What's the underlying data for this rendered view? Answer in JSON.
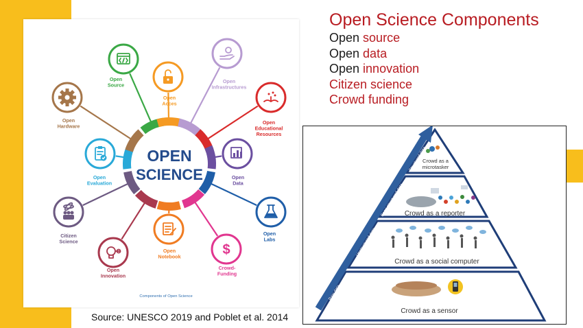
{
  "header": {
    "title": "Open Science Components",
    "components": [
      {
        "prefix": "Open ",
        "highlight": "source"
      },
      {
        "prefix": "Open ",
        "highlight": "data"
      },
      {
        "prefix": "Open ",
        "highlight": "innovation"
      }
    ],
    "red_items": [
      "Citizen science",
      "Crowd funding"
    ]
  },
  "diagram": {
    "center_line1": "OPEN",
    "center_line2": "SCIENCE",
    "caption": "Components of Open Science",
    "nodes": [
      {
        "id": "open-source",
        "l1": "Open",
        "l2": "Source",
        "color": "#3aa845",
        "icon": "code-window-icon"
      },
      {
        "id": "open-access",
        "l1": "Open",
        "l2": "Acces",
        "color": "#f59a23",
        "icon": "unlocked-padlock-icon"
      },
      {
        "id": "open-infrastructures",
        "l1": "Open",
        "l2": "Infrastructures",
        "color": "#b79bd1",
        "icon": "hand-gear-icon"
      },
      {
        "id": "open-educational-resources",
        "l1": "Open",
        "l2": "Educational",
        "l3": "Resources",
        "color": "#d92b2b",
        "icon": "open-book-icon"
      },
      {
        "id": "open-data",
        "l1": "Open",
        "l2": "Data",
        "color": "#6b4fa0",
        "icon": "data-chart-icon"
      },
      {
        "id": "open-labs",
        "l1": "Open",
        "l2": "Labs",
        "color": "#1f5ea8",
        "icon": "flask-icon"
      },
      {
        "id": "crowd-funding",
        "l1": "Crowd-",
        "l2": "Funding",
        "color": "#e1368f",
        "icon": "dollar-icon"
      },
      {
        "id": "open-notebook",
        "l1": "Open",
        "l2": "Notebook",
        "color": "#f07c22",
        "icon": "notebook-pencil-icon"
      },
      {
        "id": "open-innovation",
        "l1": "Open",
        "l2": "Innovation",
        "color": "#a9394e",
        "icon": "lightbulb-icon"
      },
      {
        "id": "citizen-science",
        "l1": "Citizen",
        "l2": "Science",
        "color": "#6d5a82",
        "icon": "people-atom-icon"
      },
      {
        "id": "open-evaluation",
        "l1": "Open",
        "l2": "Evaluation",
        "color": "#29a9d8",
        "icon": "clipboard-check-icon"
      },
      {
        "id": "open-hardware",
        "l1": "Open",
        "l2": "Hardware",
        "color": "#a5764a",
        "icon": "gear-icon"
      }
    ]
  },
  "pyramid": {
    "levels": [
      {
        "label": "Crowd as a microtasker",
        "line1": "Crowd as a",
        "line2": "microtasker",
        "side": "Structured data"
      },
      {
        "label": "Crowd as a reporter",
        "side": "Semi-structured data"
      },
      {
        "label": "Crowd as a social computer",
        "side": "Unstructured data"
      },
      {
        "label": "Crowd as a sensor",
        "side": "Raw data"
      }
    ]
  },
  "source": "Source: UNESCO 2019 and Poblet et al. 2014"
}
